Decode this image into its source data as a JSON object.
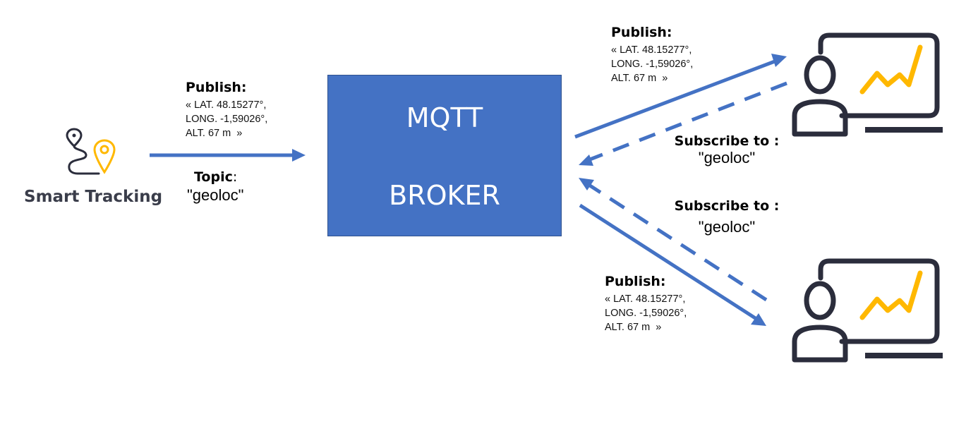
{
  "colors": {
    "arrow": "#4472c4",
    "broker_fill": "#4472c4",
    "icon_dark": "#2b2d3c",
    "icon_accent": "#ffb800"
  },
  "publisher": {
    "label": "Smart Tracking",
    "icon": "route-map-pin-icon"
  },
  "publish_left": {
    "title": "Publish:",
    "lines": [
      "« LAT. 48.15277°,",
      "LONG. -1,59026°,",
      "ALT. 67 m  »"
    ],
    "topic_label": "Topic",
    "topic_colon": ":",
    "topic_value": "\"geoloc\""
  },
  "broker": {
    "line1": "MQTT",
    "line2": "BROKER"
  },
  "subscriber_top": {
    "icon": "user-dashboard-chart-icon",
    "publish_title": "Publish:",
    "publish_lines": [
      "« LAT. 48.15277°,",
      "LONG. -1,59026°,",
      "ALT. 67 m  »"
    ],
    "subscribe_title": "Subscribe to :",
    "subscribe_value": "\"geoloc\""
  },
  "subscriber_bottom": {
    "icon": "user-dashboard-chart-icon",
    "publish_title": "Publish:",
    "publish_lines": [
      "« LAT. 48.15277°,",
      "LONG. -1,59026°,",
      "ALT. 67 m  »"
    ],
    "subscribe_title": "Subscribe to :",
    "subscribe_value": "\"geoloc\""
  }
}
